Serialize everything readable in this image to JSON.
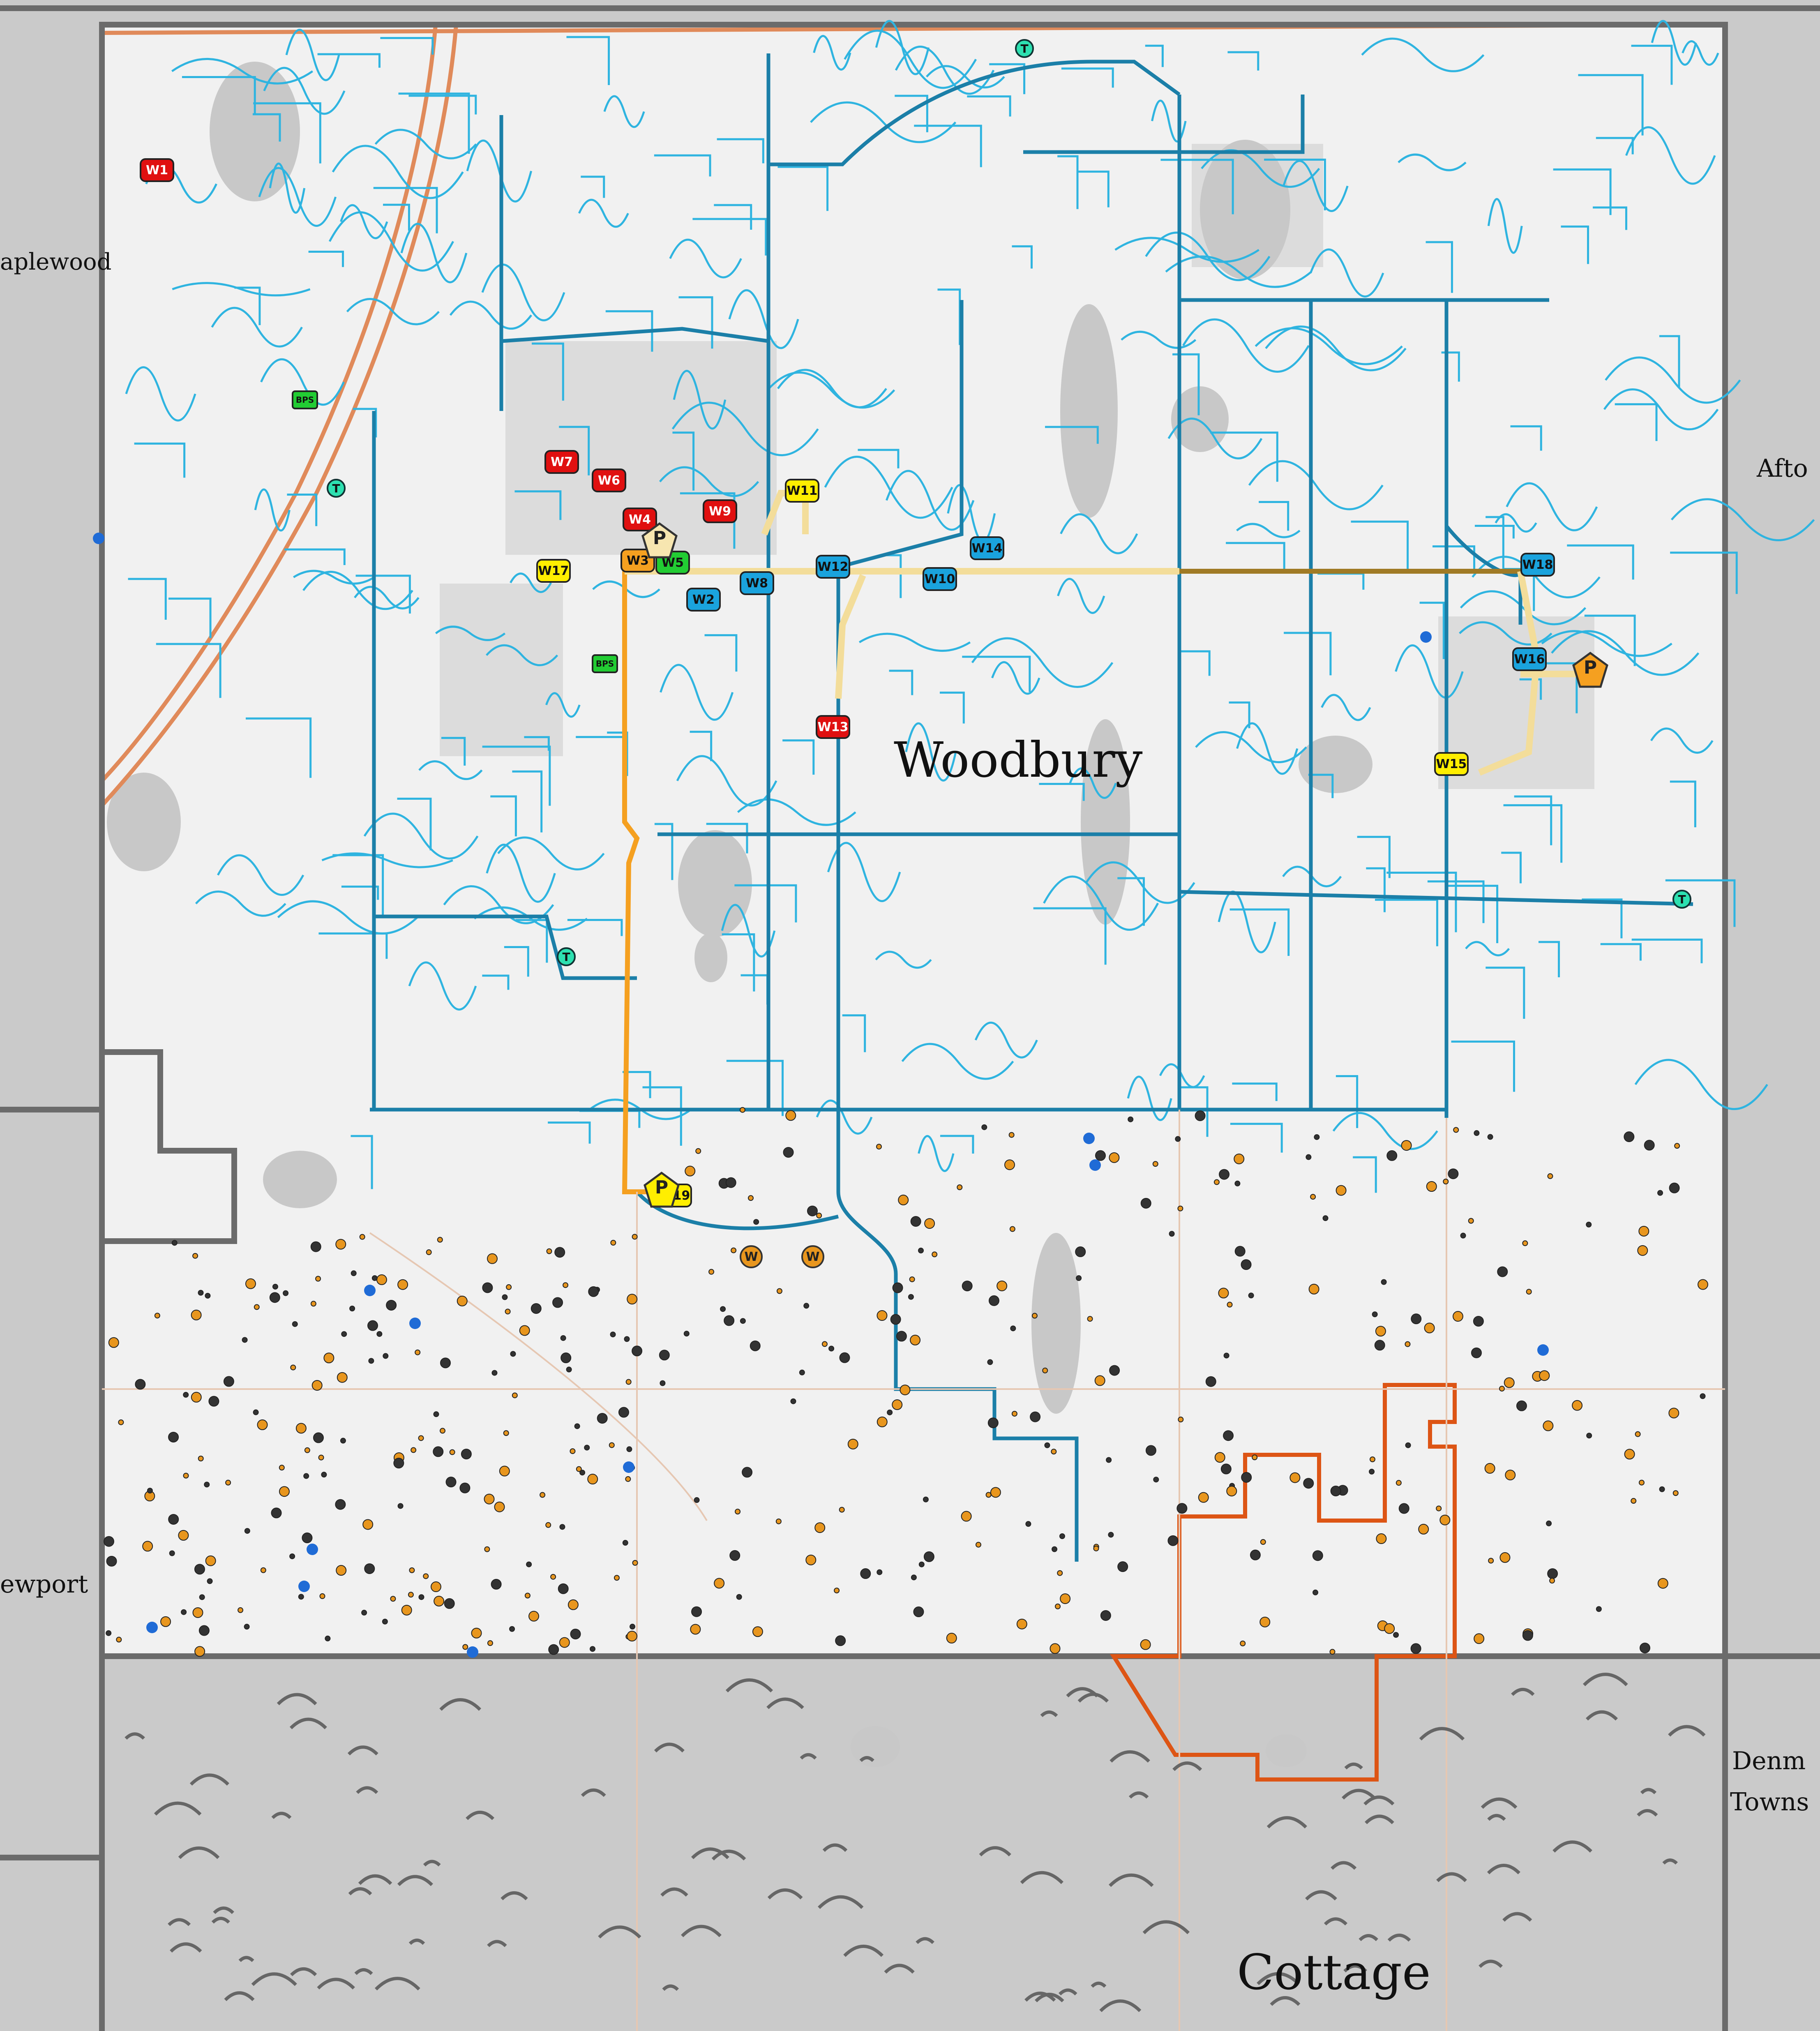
{
  "places": [
    {
      "id": "maplewood",
      "text": "aplewood"
    },
    {
      "id": "afton",
      "text": "Afto"
    },
    {
      "id": "woodbury",
      "text": "Woodbury"
    },
    {
      "id": "newport",
      "text": "ewport"
    },
    {
      "id": "denmark",
      "text": "Denm"
    },
    {
      "id": "denmark-township",
      "text": "Towns"
    },
    {
      "id": "cottage-grove",
      "text": "Cottage"
    }
  ],
  "markers": [
    {
      "id": "W1",
      "color": "red"
    },
    {
      "id": "W2",
      "color": "blue"
    },
    {
      "id": "W3",
      "color": "orange"
    },
    {
      "id": "W4",
      "color": "red"
    },
    {
      "id": "W5",
      "color": "green"
    },
    {
      "id": "W6",
      "color": "red"
    },
    {
      "id": "W7",
      "color": "red"
    },
    {
      "id": "W8",
      "color": "blue"
    },
    {
      "id": "W9",
      "color": "red"
    },
    {
      "id": "W10",
      "color": "blue"
    },
    {
      "id": "W11",
      "color": "yellow"
    },
    {
      "id": "W12",
      "color": "blue"
    },
    {
      "id": "W13",
      "color": "red"
    },
    {
      "id": "W14",
      "color": "blue"
    },
    {
      "id": "W15",
      "color": "yellow"
    },
    {
      "id": "W16",
      "color": "blue"
    },
    {
      "id": "W17",
      "color": "yellow"
    },
    {
      "id": "W18",
      "color": "blue"
    },
    {
      "id": "W19",
      "color": "yellow"
    }
  ],
  "symbols": {
    "tower_letter": "T",
    "well_letter": "W",
    "pump_letter": "P",
    "booster_label": "BPS"
  },
  "colors": {
    "city_fill": "#f1f1f1",
    "outside_fill": "#cacaca",
    "boundary": "#6b6b6b",
    "trunk_main": "#1b7fa8",
    "water_main": "#2fb4e0",
    "highway": "#e08a5a",
    "orange_route": "#f5a020",
    "cottage_grove_boundary": "#dd5515",
    "valley_creek_main": "#a07a25"
  }
}
